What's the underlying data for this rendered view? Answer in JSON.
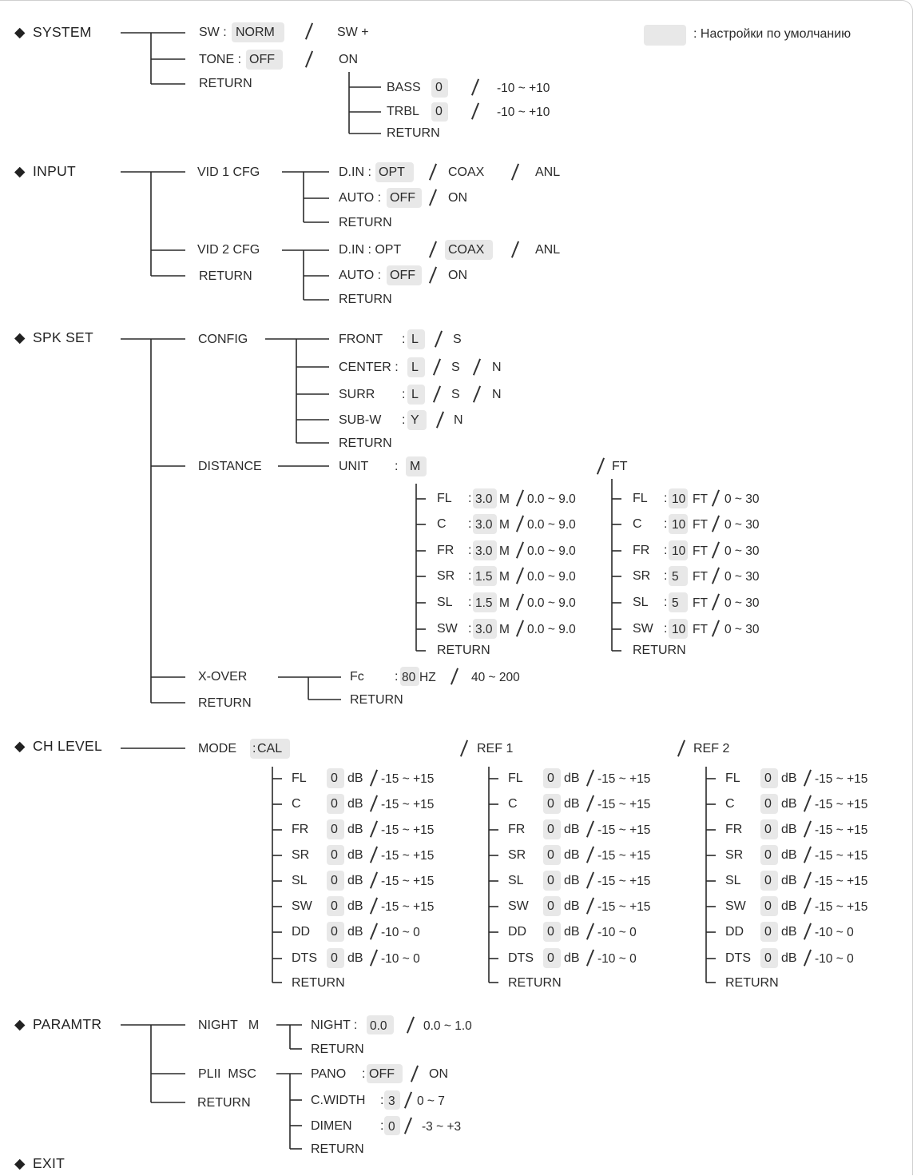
{
  "legend": {
    "text": ": Настройки по умолчанию"
  },
  "sections": {
    "system": "SYSTEM",
    "input": "INPUT",
    "spk_set": "SPK SET",
    "ch_level": "CH LEVEL",
    "paramtr": "PARAMTR",
    "exit": "EXIT"
  },
  "system": {
    "sw": "SW :",
    "sw_norm": "NORM",
    "sw_plus": "SW +",
    "tone": "TONE :",
    "tone_off": "OFF",
    "tone_on": "ON",
    "return": "RETURN",
    "bass": "BASS",
    "bass_val": "0",
    "bass_range": "-10 ~ +10",
    "trbl": "TRBL",
    "trbl_val": "0",
    "trbl_range": "-10 ~ +10",
    "tone_return": "RETURN"
  },
  "input": {
    "vid1": "VID 1 CFG",
    "vid2": "VID 2 CFG",
    "return": "RETURN",
    "v1_din": "D.IN :",
    "v1_opt": "OPT",
    "v1_coax": "COAX",
    "v1_anl": "ANL",
    "v1_auto": "AUTO :",
    "v1_off": "OFF",
    "v1_on": "ON",
    "v1_return": "RETURN",
    "v2_din": "D.IN : OPT",
    "v2_coax": "COAX",
    "v2_anl": "ANL",
    "v2_auto": "AUTO :",
    "v2_off": "OFF",
    "v2_on": "ON",
    "v2_return": "RETURN"
  },
  "spk": {
    "config": "CONFIG",
    "distance": "DISTANCE",
    "xover": "X-OVER",
    "return": "RETURN",
    "front": "FRONT",
    "center": "CENTER :",
    "surr": "SURR",
    "subw": "SUB-W",
    "colon": ":",
    "L": "L",
    "S": "S",
    "N": "N",
    "Y": "Y",
    "cfg_return": "RETURN",
    "unit": "UNIT",
    "M": "M",
    "FT": "FT",
    "dist_m": [
      {
        "ch": "FL",
        "val": "3.0",
        "unit": "M",
        "range": "0.0 ~ 9.0"
      },
      {
        "ch": "C",
        "val": "3.0",
        "unit": "M",
        "range": "0.0 ~ 9.0"
      },
      {
        "ch": "FR",
        "val": "3.0",
        "unit": "M",
        "range": "0.0 ~ 9.0"
      },
      {
        "ch": "SR",
        "val": "1.5",
        "unit": "M",
        "range": "0.0 ~ 9.0"
      },
      {
        "ch": "SL",
        "val": "1.5",
        "unit": "M",
        "range": "0.0 ~ 9.0"
      },
      {
        "ch": "SW",
        "val": "3.0",
        "unit": "M",
        "range": "0.0 ~ 9.0"
      }
    ],
    "dist_ft": [
      {
        "ch": "FL",
        "val": "10",
        "unit": "FT",
        "range": "0 ~ 30"
      },
      {
        "ch": "C",
        "val": "10",
        "unit": "FT",
        "range": "0 ~ 30"
      },
      {
        "ch": "FR",
        "val": "10",
        "unit": "FT",
        "range": "0 ~ 30"
      },
      {
        "ch": "SR",
        "val": "5",
        "unit": "FT",
        "range": "0 ~ 30"
      },
      {
        "ch": "SL",
        "val": "5",
        "unit": "FT",
        "range": "0 ~ 30"
      },
      {
        "ch": "SW",
        "val": "10",
        "unit": "FT",
        "range": "0 ~ 30"
      }
    ],
    "dist_return": "RETURN",
    "fc": "Fc",
    "fc_val": "80",
    "hz": "HZ",
    "fc_range": "40 ~ 200",
    "fc_return": "RETURN"
  },
  "ch_level": {
    "mode": "MODE",
    "cal": "CAL",
    "ref1": "REF 1",
    "ref2": "REF 2",
    "rows": [
      {
        "ch": "FL",
        "val": "0",
        "range": "-15 ~ +15"
      },
      {
        "ch": "C",
        "val": "0",
        "range": "-15 ~ +15"
      },
      {
        "ch": "FR",
        "val": "0",
        "range": "-15 ~ +15"
      },
      {
        "ch": "SR",
        "val": "0",
        "range": "-15 ~ +15"
      },
      {
        "ch": "SL",
        "val": "0",
        "range": "-15 ~ +15"
      },
      {
        "ch": "SW",
        "val": "0",
        "range": "-15 ~ +15"
      },
      {
        "ch": "DD",
        "val": "0",
        "range": "-10 ~ 0"
      },
      {
        "ch": "DTS",
        "val": "0",
        "range": "-10 ~ 0"
      }
    ],
    "db": "dB",
    "return": "RETURN"
  },
  "paramtr": {
    "night_m": "NIGHT   M",
    "pl_msc": "PLII  MSC",
    "return": "RETURN",
    "night": "NIGHT :",
    "night_val": "0.0",
    "night_range": "0.0 ~ 1.0",
    "night_return": "RETURN",
    "pano": "PANO",
    "pano_off": "OFF",
    "pano_on": "ON",
    "cwidth": "C.WIDTH",
    "cwidth_val": "3",
    "cwidth_range": "0 ~ 7",
    "dimen": "DIMEN",
    "dimen_val": "0",
    "dimen_range": "-3 ~ +3",
    "msc_return": "RETURN"
  }
}
